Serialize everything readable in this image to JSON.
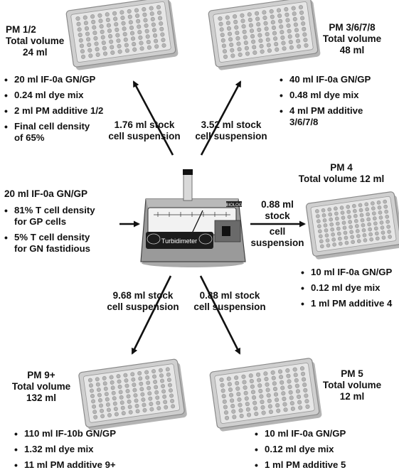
{
  "plates": {
    "pm12": {
      "title": "PM 1/2",
      "volume": "Total volume",
      "amount": "24 ml",
      "items": [
        "20 ml IF-0a GN/GP",
        "0.24 ml dye mix",
        "2 ml PM additive 1/2",
        "Final cell density",
        "of 65%"
      ]
    },
    "pm3678": {
      "title": "PM 3/6/7/8",
      "volume": "Total volume",
      "amount": "48 ml",
      "items": [
        "40 ml IF-0a GN/GP",
        "0.48 ml dye mix",
        "4 ml PM additive",
        "3/6/7/8"
      ]
    },
    "pm4": {
      "title": "PM 4",
      "volume": "Total volume 12 ml",
      "items": [
        "10 ml IF-0a GN/GP",
        "0.12 ml dye mix",
        "1 ml PM additive 4"
      ]
    },
    "pm9": {
      "title": "PM 9+",
      "volume": "Total volume",
      "amount": "132 ml",
      "items": [
        "110 ml IF-10b GN/GP",
        "1.32 ml dye mix",
        "11 ml PM additive 9+"
      ]
    },
    "pm5": {
      "title": "PM 5",
      "volume": "Total volume",
      "amount": "12 ml",
      "items": [
        "10 ml IF-0a GN/GP",
        "0.12 ml dye mix",
        "1 ml PM additive 5"
      ]
    }
  },
  "arrows": {
    "a_pm12": {
      "line1": "1.76 ml stock",
      "line2": "cell suspension"
    },
    "a_pm3678": {
      "line1": "3.52 ml stock",
      "line2": "cell suspension"
    },
    "a_pm4": {
      "line1": "0.88 ml",
      "line2": "stock",
      "line3": "cell",
      "line4": "suspension"
    },
    "a_pm9": {
      "line1": "9.68 ml stock",
      "line2": "cell suspension"
    },
    "a_pm5": {
      "line1": "0.88 ml stock",
      "line2": "cell suspension"
    }
  },
  "inoculum": {
    "title": "20 ml IF-0a GN/GP",
    "items": [
      "81% T cell density",
      "for GP cells",
      "5% T cell density",
      "for GN fastidious"
    ]
  },
  "device": {
    "label": "Turbidimeter",
    "brand": "BIOLOG"
  },
  "colors": {
    "ink": "#111111",
    "plate_body": "#cfcfcf",
    "plate_edge": "#8a8a8a",
    "device_body": "#9a9a9a",
    "device_panel": "#1c1c1c"
  },
  "icons": [
    "microplate-icon",
    "turbidimeter-icon",
    "arrow-icon"
  ]
}
